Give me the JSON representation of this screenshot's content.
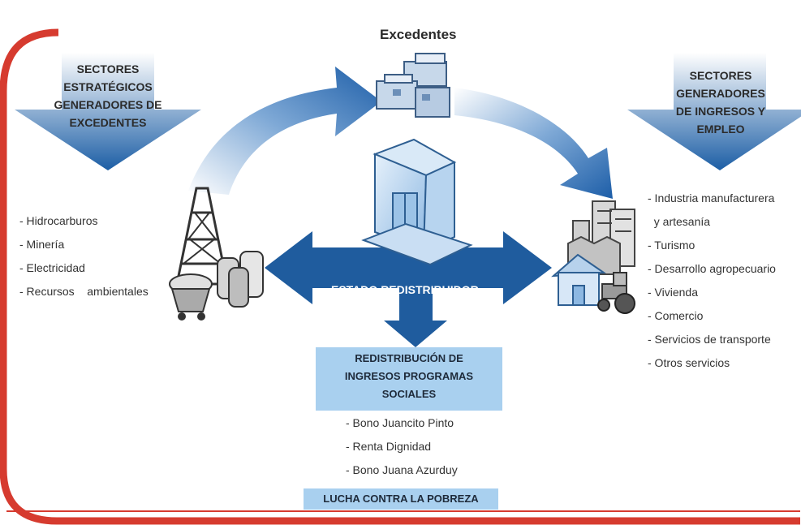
{
  "title": "Excedentes",
  "left_sector": {
    "header_lines": [
      "SECTORES",
      "ESTRATÉGICOS",
      "GENERADORES DE",
      "EXCEDENTES"
    ],
    "items": [
      "- Hidrocarburos",
      "- Minería",
      "- Electricidad",
      "- Recursos    ambientales"
    ]
  },
  "right_sector": {
    "header_lines": [
      "SECTORES",
      "GENERADORES",
      "DE INGRESOS Y",
      "EMPLEO"
    ],
    "items": [
      "- Industria manufacturera",
      "  y artesanía",
      "- Turismo",
      "- Desarrollo agropecuario",
      "- Vivienda",
      "- Comercio",
      "- Servicios de transporte",
      "- Otros servicios"
    ]
  },
  "center_label": "ESTADO REDISTRIBUIDOR",
  "redistribution": {
    "header_lines": [
      "REDISTRIBUCIÓN DE",
      "INGRESOS PROGRAMAS",
      "SOCIALES"
    ],
    "items": [
      "- Bono Juancito Pinto",
      "- Renta Dignidad",
      "- Bono Juana Azurduy"
    ]
  },
  "footer_label": "LUCHA CONTRA LA POBREZA",
  "colors": {
    "frame_red": "#d63b2f",
    "arrow_blue": "#1f5c9e",
    "light_box": "#a9d0ef"
  },
  "icons": [
    "oil-derrick-icon",
    "money-stacks-icon",
    "government-building-icon",
    "factory-icon",
    "house-icon",
    "tractor-icon"
  ]
}
